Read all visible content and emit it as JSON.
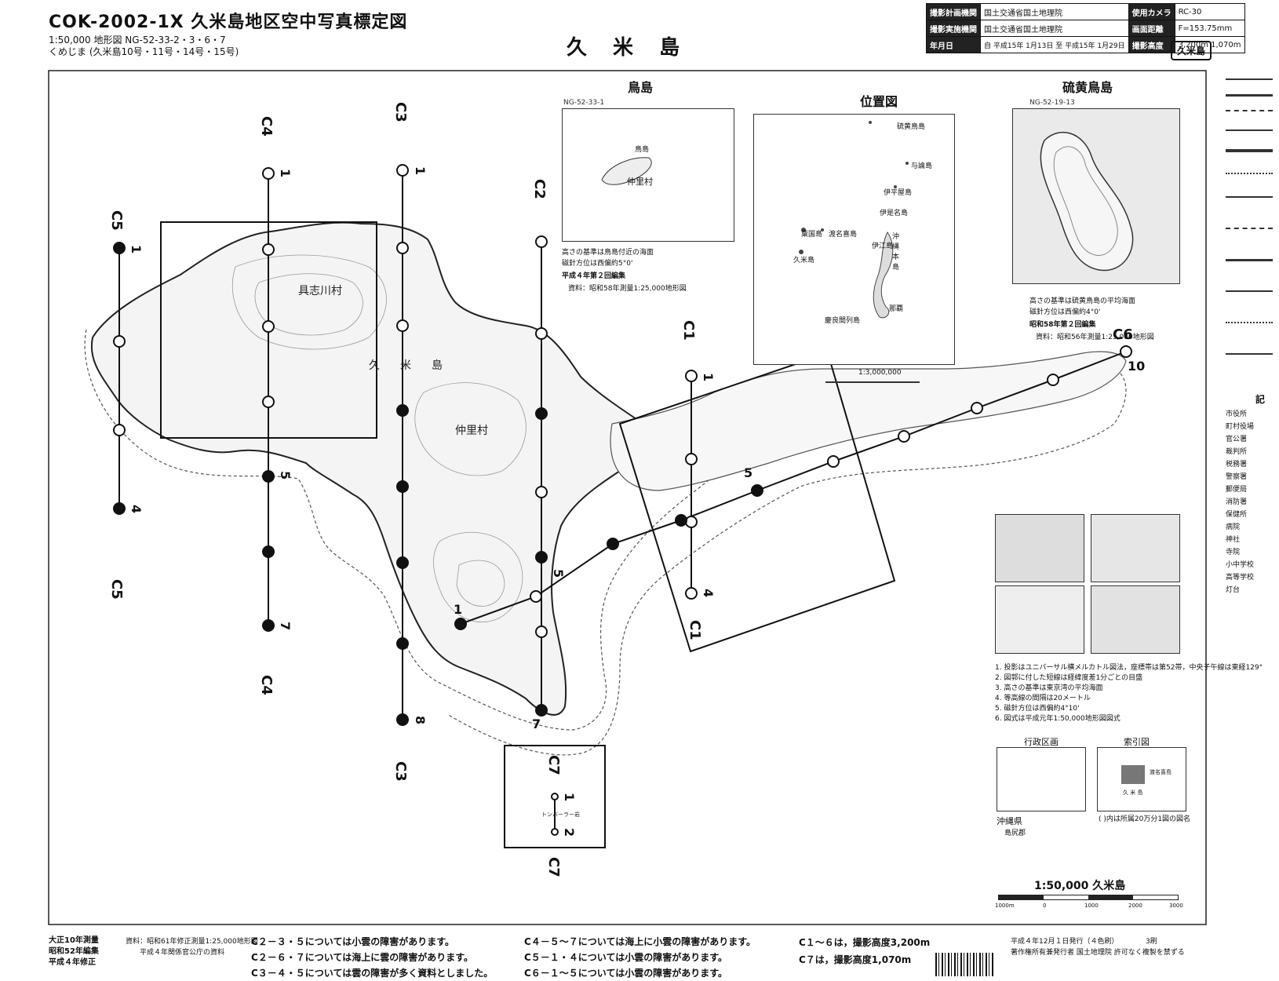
{
  "header": {
    "sheet_title": "COK-2002-1X 久米島地区空中写真標定図",
    "map_line1": "1:50,000 地形図  NG-52-33-2・3・6・7",
    "map_line2": "くめじま        (久米島10号・11号・14号・15号)",
    "island_name": "久 米 島",
    "stamp": "久米島"
  },
  "info_table": {
    "rows": [
      [
        "撮影計画機関",
        "国土交通省国土地理院",
        "使用カメラ",
        "RC-30"
      ],
      [
        "撮影実施機関",
        "国土交通省国土地理院",
        "画面距離",
        "F=153.75mm"
      ],
      [
        "年月日",
        "自 平成15年 1月13日 至 平成15年 1月29日",
        "撮影高度",
        "3,200m 1,070m"
      ]
    ]
  },
  "insets": {
    "torishima": {
      "title": "鳥島",
      "code": "NG-52-33-1",
      "label_island": "鳥島",
      "label_village": "仲里村",
      "note1": "高さの基準は鳥島付近の海面",
      "note2": "磁針方位は西偏約5°0'",
      "note3": "平成４年第２回編集",
      "note4": "資料：昭和58年測量1:25,000地形図"
    },
    "location": {
      "title": "位置図",
      "scale_text": "1:3,000,000",
      "places": [
        "硫黄鳥島",
        "伊平屋島",
        "伊是名島",
        "与論島",
        "伊江島",
        "沖縄本島",
        "粟国島",
        "渡名喜島",
        "久米島",
        "那覇",
        "慶良間列島"
      ]
    },
    "ioutorishima": {
      "title": "硫黄鳥島",
      "code": "NG-52-19-13",
      "note1": "高さの基準は硫黄鳥島の平均海面",
      "note2": "磁針方位は西偏約4°0'",
      "note3": "昭和58年第２回編集",
      "note4": "資料：昭和56年測量1:25,000地形図"
    }
  },
  "map_labels": {
    "village_gushikawa": "具志川村",
    "village_nakazato": "仲里村",
    "ku": "久",
    "me": "米",
    "shima": "島",
    "c7_note": "トンバーラー岩"
  },
  "flight_lines": [
    {
      "name": "C1",
      "start_no": "1",
      "end_no": "4"
    },
    {
      "name": "C2",
      "start_no": "5",
      "end_no": "7"
    },
    {
      "name": "C3",
      "start_no": "1",
      "end_no": "8"
    },
    {
      "name": "C4",
      "start_no": "1",
      "end_no": "7"
    },
    {
      "name": "C5",
      "start_no": "1",
      "end_no": "4"
    },
    {
      "name": "C6",
      "start_no": "1",
      "end_no": "10"
    },
    {
      "name": "C7",
      "start_no": "1",
      "end_no": "2"
    }
  ],
  "flight_mid_labels": {
    "c4_mid": "5",
    "c6_mid": "5"
  },
  "notes_list": [
    "1. 投影はユニバーサル横メルカトル図法，座標帯は第52帯，中央子午線は東経129°",
    "2. 図郭に付した短線は経緯度差1分ごとの目盛",
    "3. 高さの基準は東京湾の平均海面",
    "4. 等高線の間隔は20メートル",
    "5. 磁針方位は西偏約4°10'",
    "6. 図式は平成元年1:50,000地形図図式"
  ],
  "admin": {
    "title_admin": "行政区画",
    "title_index": "索引図",
    "pref": "沖縄県",
    "district": "島尻郡",
    "index_label": "久 米 島",
    "index_neighbor": "渡名喜島",
    "index_note": "( )内は所属20万分1図の図名"
  },
  "scale_bar": {
    "title": "1:50,000 久米島",
    "ticks": [
      "1000m",
      "0",
      "1000",
      "2000",
      "3000"
    ]
  },
  "footer": {
    "edition1": "大正10年測量",
    "edition2": "昭和52年編集",
    "edition3": "平成４年修正",
    "source1": "資料：昭和61年修正測量1:25,000地形図",
    "source2": "平成４年関係官公庁の資料",
    "cloud_notes_col1": [
      "C２－３・５については小雲の障害があります。",
      "C２－６・７については海上に雲の障害があります。",
      "C３－４・５については雲の障害が多く資料としました。"
    ],
    "cloud_notes_col2": [
      "C４－５～７については海上に小雲の障害があります。",
      "C５－１・４については小雲の障害があります。",
      "C６－１～５については小雲の障害があります。"
    ],
    "altitude_notes": [
      "C１～６は，撮影高度3,200m",
      "C７は，撮影高度1,070m"
    ],
    "publisher1": "平成４年12月１日発行（４色刷）",
    "publisher2": "著作権所有兼発行者   国土地理院  許可なく複製を禁ずる",
    "print_no": "3刷"
  },
  "right_legend": {
    "title": "記",
    "items": [
      "市役所",
      "町村役場",
      "官公署",
      "裁判所",
      "税務署",
      "警察署",
      "郵便局",
      "消防署",
      "保健所",
      "病院",
      "神社",
      "寺院",
      "小中学校",
      "高等学校",
      "灯台"
    ]
  }
}
